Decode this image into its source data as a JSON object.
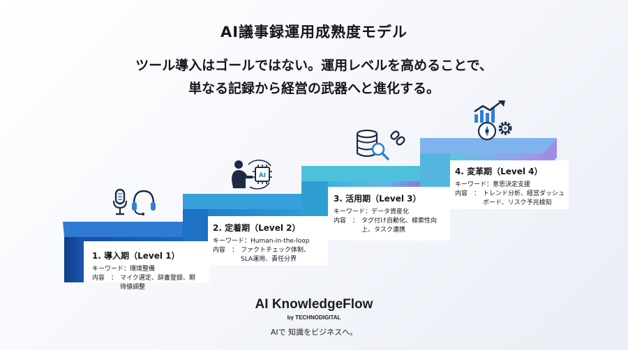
{
  "header": {
    "title": "AI議事録運用成熟度モデル",
    "subtitle_line1": "ツール導入はゴールではない。運用レベルを高めることで、",
    "subtitle_line2": "単なる記録から経営の武器へと進化する。"
  },
  "steps": [
    {
      "title": "1. 導入期（Level 1）",
      "keyword_label": "キーワード：",
      "keyword": "環境整備",
      "content_label": "内容　：",
      "content": "マイク選定、辞書登録、期待値調整",
      "icon": "microphone-headset-icon"
    },
    {
      "title": "2. 定着期（Level 2）",
      "keyword_label": "キーワード：",
      "keyword": "Human-in-the-loop",
      "content_label": "内容　：",
      "content": "ファクトチェック体制、SLA運用、責任分界",
      "icon": "person-ai-chip-icon",
      "icon_text": "AI"
    },
    {
      "title": "3. 活用期（Level 3）",
      "keyword_label": "キーワード：",
      "keyword": "データ資産化",
      "content_label": "内容　：",
      "content": "タグ付け自動化、検索性向上、タスク連携",
      "icon": "database-search-link-icon"
    },
    {
      "title": "4. 変革期（Level 4）",
      "keyword_label": "キーワード：",
      "keyword": "意思決定支援",
      "content_label": "内容　：",
      "content": "トレンド分析、経営ダッシュボード、リスク予兆検知",
      "icon": "growth-compass-gear-icon"
    }
  ],
  "footer": {
    "brand": "AI KnowledgeFlow",
    "by": "by TECHNODIGITAL",
    "tagline": "AIで 知識をビジネスへ。"
  },
  "colors": {
    "step1": "#1f5fb8",
    "step2": "#2a8fd0",
    "step3": "#4cb6d8",
    "step4": "#7aa4e8",
    "accent_purple": "#8a6bd8",
    "icon_dark": "#1e2a44",
    "icon_blue": "#2f7fd6"
  }
}
